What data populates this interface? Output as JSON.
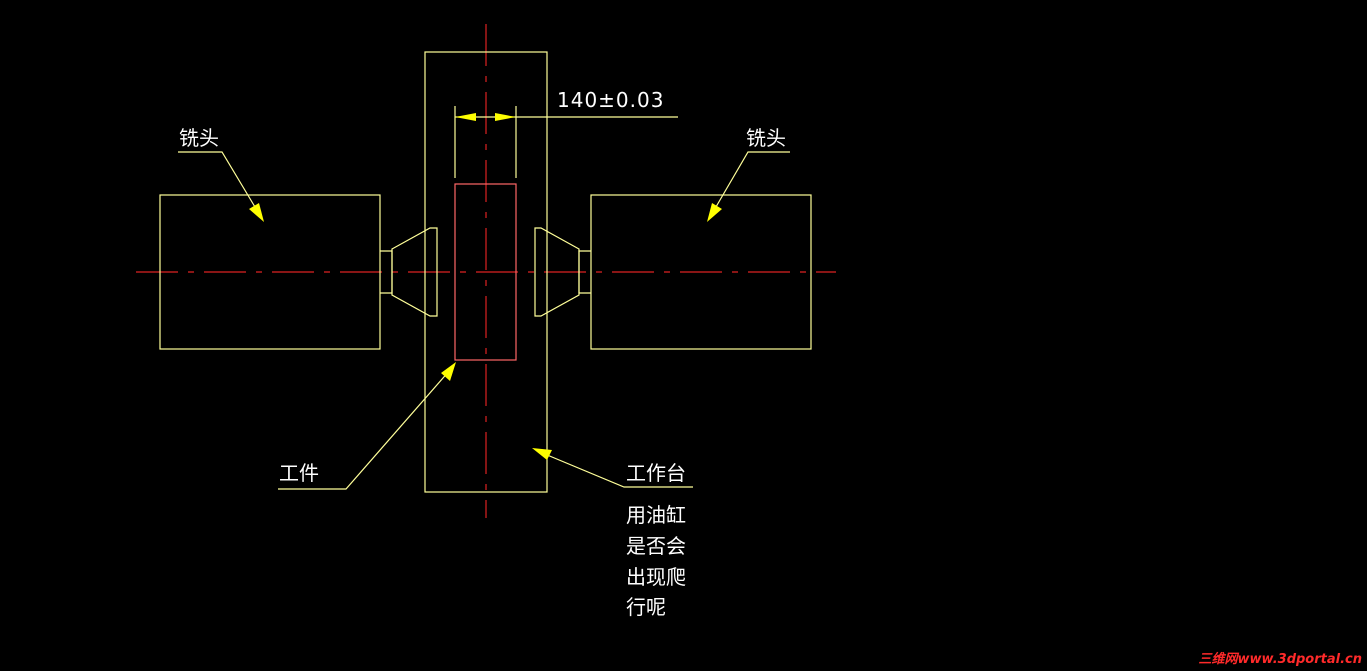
{
  "labels": {
    "milling_head_left": "铣头",
    "milling_head_right": "铣头",
    "workpiece": "工件",
    "worktable": "工作台",
    "dimension": "140±0.03",
    "question_lines": [
      "用油缸",
      "是否会",
      "出现爬",
      "行呢"
    ]
  },
  "watermark": "三维网www.3dportal.cn",
  "colors": {
    "background": "#000000",
    "outline": "#ffff99",
    "centerline": "#dd2222",
    "workpiece": "#ff6666",
    "leader_arrow": "#ffff00",
    "text": "#ffffff",
    "watermark": "#ff2a2a"
  }
}
